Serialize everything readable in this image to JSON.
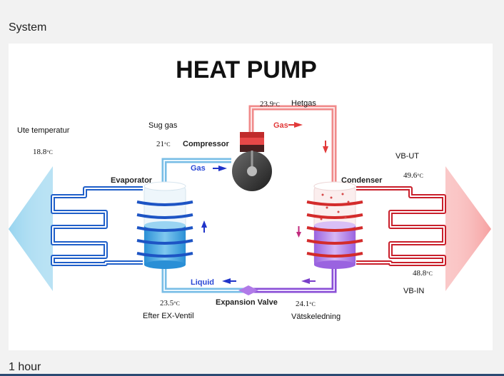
{
  "header": {
    "title": "System"
  },
  "footer": {
    "title": "1 hour"
  },
  "diagram": {
    "title": "HEAT PUMP",
    "components": {
      "compressor": "Compressor",
      "evaporator": "Evaporator",
      "condenser": "Condenser",
      "expansion_valve": "Expansion Valve"
    },
    "flow_labels": {
      "gas_top": "Gas",
      "gas_left": "Gas",
      "liquid": "Liquid"
    },
    "readings": {
      "ute_temperatur": {
        "label": "Ute temperatur",
        "value": "18.8",
        "unit": "°C"
      },
      "sug_gas": {
        "label": "Sug gas",
        "value": "21",
        "unit": "°C"
      },
      "hetgas": {
        "label": "Hetgas",
        "value": "23.9",
        "unit": "°C"
      },
      "vb_ut": {
        "label": "VB-UT",
        "value": "49.6",
        "unit": "°C"
      },
      "vb_in": {
        "label": "VB-IN",
        "value": "48.8",
        "unit": "°C"
      },
      "efter_ex_ventil": {
        "label": "Efter EX-Ventil",
        "value": "23.5",
        "unit": "°C"
      },
      "vatskeledning": {
        "label": "Vätskeledning",
        "value": "24.1",
        "unit": "°C"
      }
    },
    "colors": {
      "cold": "#2f6fd6",
      "cold_light": "#a9d8f0",
      "hot": "#e23a3a",
      "hot_light": "#f7b3b3",
      "mix": "#8a4fd6",
      "compressor_body": "#3a3a3a"
    }
  }
}
